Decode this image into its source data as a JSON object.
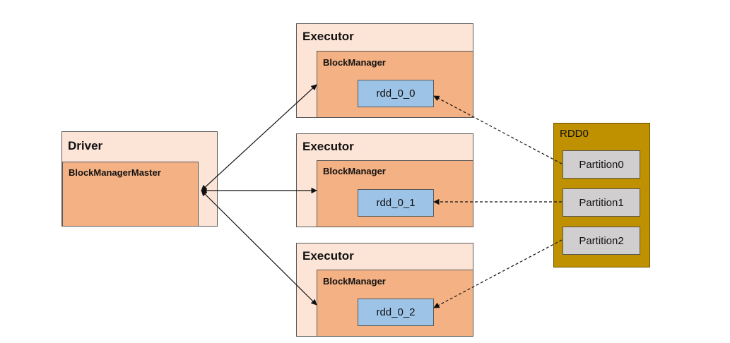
{
  "driver": {
    "title": "Driver",
    "master": "BlockManagerMaster"
  },
  "executors": [
    {
      "title": "Executor",
      "manager": "BlockManager",
      "block": "rdd_0_0"
    },
    {
      "title": "Executor",
      "manager": "BlockManager",
      "block": "rdd_0_1"
    },
    {
      "title": "Executor",
      "manager": "BlockManager",
      "block": "rdd_0_2"
    }
  ],
  "rdd": {
    "title": "RDD0",
    "partitions": [
      "Partition0",
      "Partition1",
      "Partition2"
    ]
  },
  "colors": {
    "outer": "#fce4d6",
    "inner": "#f4b183",
    "block": "#9dc3e6",
    "rdd": "#bf9000",
    "partition": "#d0cece"
  }
}
